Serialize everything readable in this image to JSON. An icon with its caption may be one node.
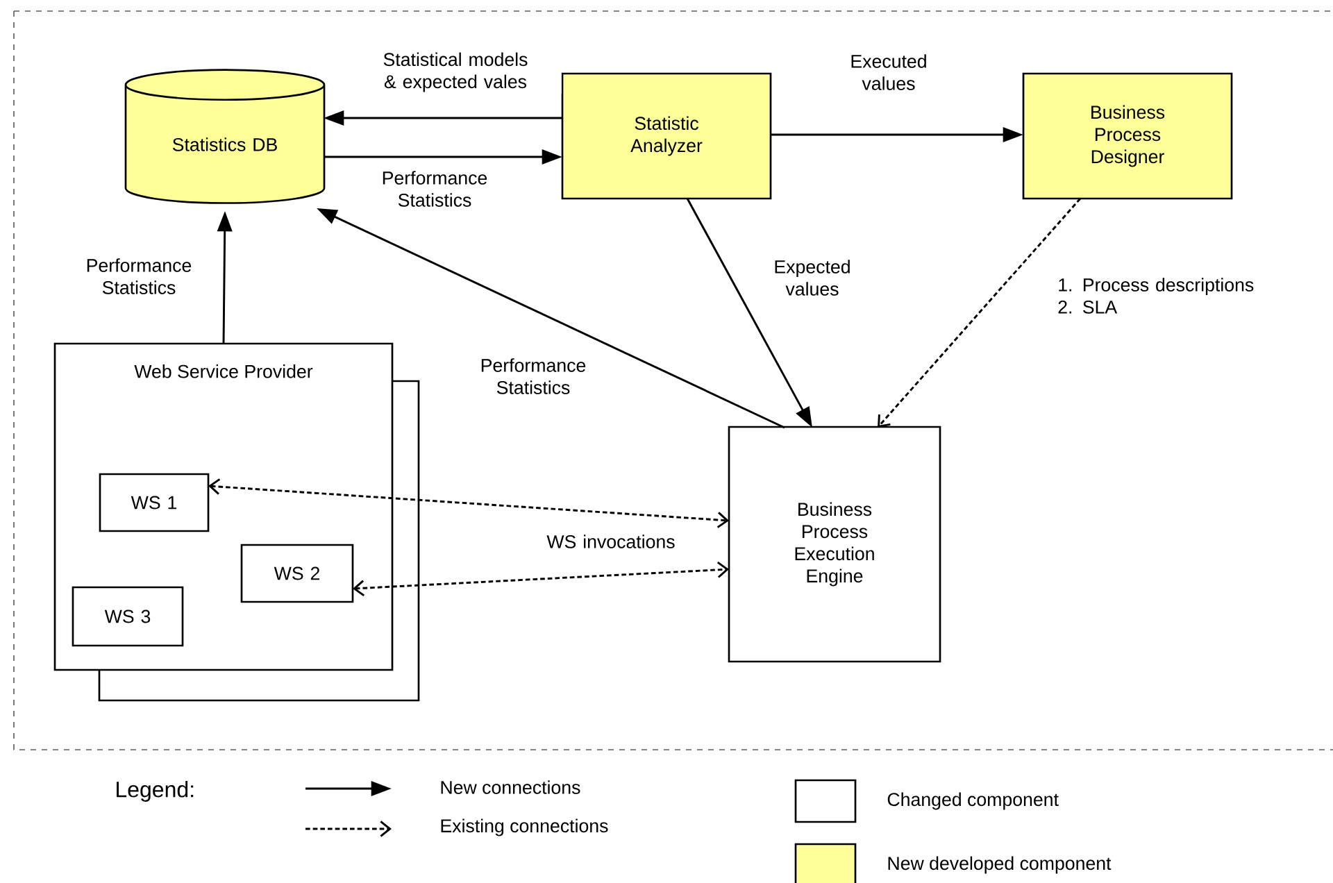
{
  "diagram": {
    "nodes": [
      {
        "text": [
          "Statistics DB"
        ]
      },
      {
        "text": [
          "Statistic Analyzer"
        ]
      },
      {
        "text": [
          "Business Process Designer"
        ]
      },
      {
        "text": [
          "Web Service Provider"
        ]
      },
      {
        "text": [
          "WS 1"
        ],
        "in": 3
      },
      {
        "text": [
          "WS 2"
        ],
        "in": 3
      },
      {
        "text": [
          "WS 3"
        ],
        "in": 3
      },
      {
        "text": [
          "Business Process Execution Engine"
        ]
      }
    ],
    "edges": [
      {
        "from": 1,
        "to": 0,
        "arrow": "to",
        "label": "Statistical models & expected vales"
      },
      {
        "from": 0,
        "to": 1,
        "arrow": "to",
        "label": "Performance Statistics"
      },
      {
        "from": 1,
        "to": 2,
        "arrow": "to",
        "label": "Executed values"
      },
      {
        "from": 3,
        "to": 0,
        "arrow": "to",
        "label": "Performance Statistics"
      },
      {
        "from": 7,
        "to": 0,
        "arrow": "to",
        "label": "Performance Statistics"
      },
      {
        "from": 1,
        "to": 7,
        "arrow": "to",
        "label": "Expected values"
      },
      {
        "from": 2,
        "to": 7,
        "arrow": "to",
        "style": "dashed",
        "label": "1. Process descriptions 2. SLA"
      },
      {
        "from": 4,
        "to": 7,
        "arrow": "both",
        "style": "dashed"
      },
      {
        "from": 5,
        "to": 7,
        "arrow": "both",
        "style": "dashed",
        "label": "WS invocations"
      }
    ],
    "labels": [
      "Legend:"
    ],
    "legend": [
      {
        "text": "New connections"
      },
      {
        "text": "Existing connections"
      },
      {
        "text": "Changed component"
      },
      {
        "text": "New developed component",
        "color": "#ffff99"
      }
    ]
  }
}
